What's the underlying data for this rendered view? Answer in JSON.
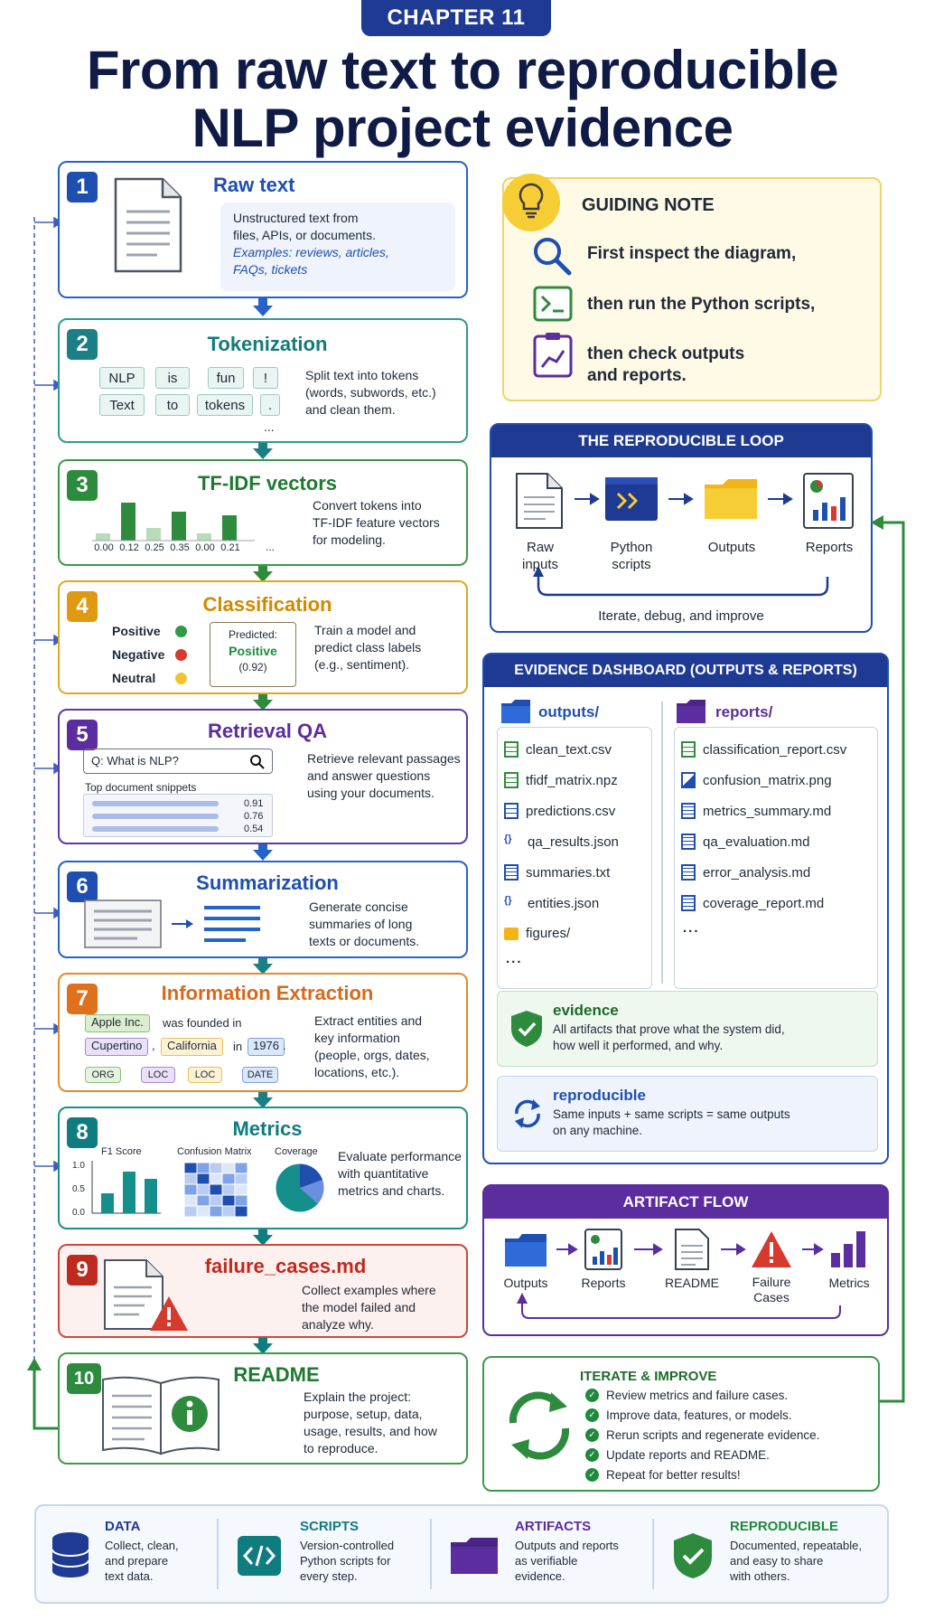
{
  "chapter": "CHAPTER 11",
  "title_line1": "From raw text to reproducible",
  "title_line2": "NLP project evidence",
  "steps": [
    {
      "num": "1",
      "title": "Raw text",
      "desc": [
        "Unstructured text from",
        "files, APIs, or documents."
      ],
      "examples": [
        "Examples: reviews, articles,",
        "FAQs, tickets"
      ]
    },
    {
      "num": "2",
      "title": "Tokenization",
      "desc": [
        "Split text into tokens",
        "(words, subwords, etc.)",
        "and clean them."
      ],
      "tokens": [
        "NLP",
        "is",
        "fun",
        "!",
        "Text",
        "to",
        "tokens",
        "."
      ],
      "more": "..."
    },
    {
      "num": "3",
      "title": "TF-IDF vectors",
      "desc": [
        "Convert tokens into",
        "TF-IDF feature vectors",
        "for modeling."
      ],
      "values": [
        "0.00",
        "0.12",
        "0.25",
        "0.35",
        "0.00",
        "0.21"
      ],
      "more": "..."
    },
    {
      "num": "4",
      "title": "Classification",
      "desc": [
        "Train a model and",
        "predict class labels",
        "(e.g., sentiment)."
      ],
      "classes": [
        "Positive",
        "Negative",
        "Neutral"
      ],
      "pred_label": "Predicted:",
      "pred_value": "Positive",
      "pred_score": "(0.92)"
    },
    {
      "num": "5",
      "title": "Retrieval QA",
      "desc": [
        "Retrieve relevant passages",
        "and answer questions",
        "using your documents."
      ],
      "query": "Q: What is NLP?",
      "snippets_label": "Top document snippets",
      "scores": [
        "0.91",
        "0.76",
        "0.54"
      ]
    },
    {
      "num": "6",
      "title": "Summarization",
      "desc": [
        "Generate concise",
        "summaries of long",
        "texts or documents."
      ]
    },
    {
      "num": "7",
      "title": "Information Extraction",
      "desc": [
        "Extract entities and",
        "key information",
        "(people, orgs, dates,",
        "locations, etc.)."
      ],
      "e_apple": "Apple Inc.",
      "e_founded": "was founded in",
      "e_cupertino": "Cupertino",
      "e_comma": ",",
      "e_california": "California",
      "e_in": "in",
      "e_year": "1976",
      "e_period": ".",
      "tags": [
        "ORG",
        "LOC",
        "LOC",
        "DATE"
      ]
    },
    {
      "num": "8",
      "title": "Metrics",
      "desc": [
        "Evaluate performance",
        "with quantitative",
        "metrics and charts."
      ],
      "f1_label": "F1 Score",
      "cm_label": "Confusion Matrix",
      "cov_label": "Coverage",
      "f1_ticks": [
        "1.0",
        "0.5",
        "0.0"
      ]
    },
    {
      "num": "9",
      "title": "failure_cases.md",
      "desc": [
        "Collect examples where",
        "the model failed and",
        "analyze why."
      ]
    },
    {
      "num": "10",
      "title": "README",
      "desc": [
        "Explain the project:",
        "purpose, setup, data,",
        "usage, results, and how",
        "to reproduce."
      ]
    }
  ],
  "guiding": {
    "title": "GUIDING NOTE",
    "items": [
      "First inspect the diagram,",
      "then run the Python scripts,",
      "then check outputs"
    ],
    "item3b": "and reports."
  },
  "loop": {
    "title": "THE REPRODUCIBLE LOOP",
    "nodes": [
      [
        "Raw",
        "inputs"
      ],
      [
        "Python",
        "scripts"
      ],
      [
        "Outputs"
      ],
      [
        "Reports"
      ]
    ],
    "caption": "Iterate, debug, and improve"
  },
  "dashboard": {
    "title": "EVIDENCE DASHBOARD (OUTPUTS & REPORTS)",
    "outputs_title": "outputs/",
    "reports_title": "reports/",
    "outputs": [
      "clean_text.csv",
      "tfidf_matrix.npz",
      "predictions.csv",
      "qa_results.json",
      "summaries.txt",
      "entities.json",
      "figures/"
    ],
    "reports": [
      "classification_report.csv",
      "confusion_matrix.png",
      "metrics_summary.md",
      "qa_evaluation.md",
      "error_analysis.md",
      "coverage_report.md"
    ],
    "ellipsis_out": "...",
    "ellipsis_rep": "...",
    "evidence_title": "evidence",
    "evidence_desc": [
      "All artifacts that prove what the system did,",
      "how well it performed, and why."
    ],
    "repro_title": "reproducible",
    "repro_desc": [
      "Same inputs + same scripts = same outputs",
      "on any machine."
    ]
  },
  "artifact_flow": {
    "title": "ARTIFACT FLOW",
    "nodes": [
      [
        "Outputs"
      ],
      [
        "Reports"
      ],
      [
        "README"
      ],
      [
        "Failure",
        "Cases"
      ],
      [
        "Metrics"
      ]
    ]
  },
  "iterate": {
    "title": "ITERATE & IMPROVE",
    "items": [
      "Review metrics and failure cases.",
      "Improve data, features, or models.",
      "Rerun scripts and regenerate evidence.",
      "Update reports and README.",
      "Repeat for better results!"
    ]
  },
  "footer": [
    {
      "title": "DATA",
      "desc": [
        "Collect, clean,",
        "and prepare",
        "text data."
      ],
      "color": "#1f3a93"
    },
    {
      "title": "SCRIPTS",
      "desc": [
        "Version-controlled",
        "Python scripts for",
        "every step."
      ],
      "color": "#0f7c80"
    },
    {
      "title": "ARTIFACTS",
      "desc": [
        "Outputs and reports",
        "as verifiable",
        "evidence."
      ],
      "color": "#5b2d9e"
    },
    {
      "title": "REPRODUCIBLE",
      "desc": [
        "Documented, repeatable,",
        "and easy to share",
        "with others."
      ],
      "color": "#1f8a3b"
    }
  ]
}
